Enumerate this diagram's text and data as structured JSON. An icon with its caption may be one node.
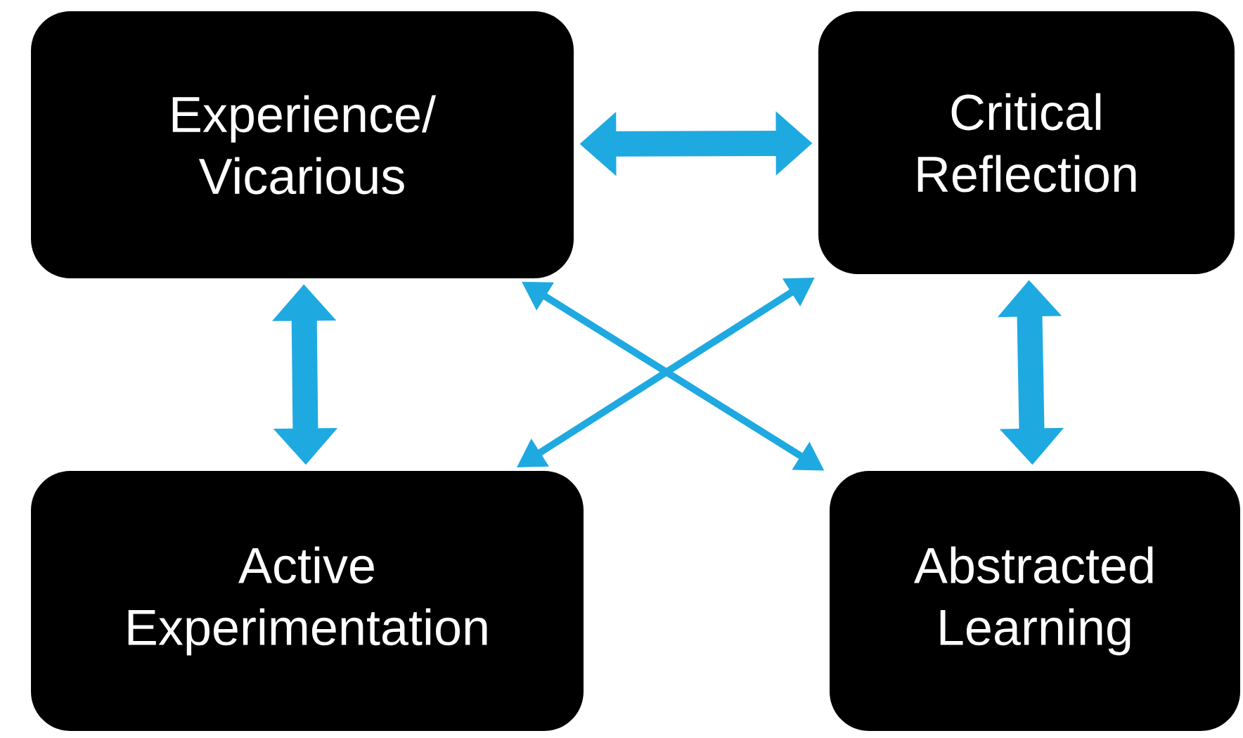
{
  "diagram": {
    "nodes": [
      {
        "text": [
          "Experience/ Vicarious"
        ]
      },
      {
        "text": [
          "Critical Reflection"
        ]
      },
      {
        "text": [
          "Active Experimentation"
        ]
      },
      {
        "text": [
          "Abstracted Learning"
        ]
      }
    ],
    "edges": [
      {
        "from": 0,
        "to": 1,
        "arrow": "both"
      },
      {
        "from": 0,
        "to": 2,
        "arrow": "both"
      },
      {
        "from": 1,
        "to": 3,
        "arrow": "both"
      },
      {
        "from": 0,
        "to": 3,
        "arrow": "both"
      },
      {
        "from": 2,
        "to": 1,
        "arrow": "both"
      }
    ]
  }
}
